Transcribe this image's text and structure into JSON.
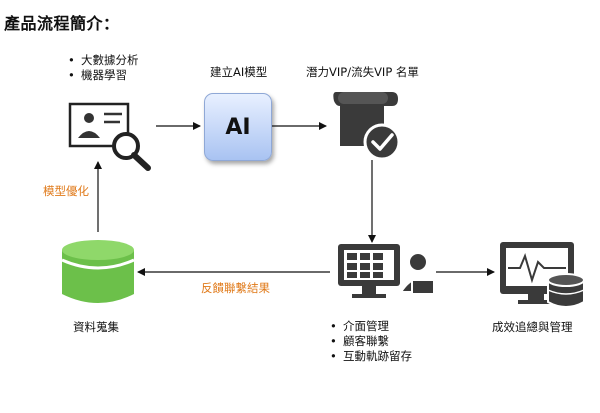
{
  "page_title": "產品流程簡介：",
  "nodes": {
    "data_collection": {
      "label": "資料蒐集"
    },
    "build_model": {
      "label": "建立AI模型",
      "box_text": "AI"
    },
    "vip_list": {
      "label": "潛力VIP/流失VIP 名單"
    },
    "interface": {
      "bullets": [
        "介面管理",
        "顧客聯繫",
        "互動軌跡留存"
      ]
    },
    "tracking": {
      "label": "成效追總與管理"
    }
  },
  "analysis_bullets": [
    "大數據分析",
    "機器學習"
  ],
  "edge_labels": {
    "model_optimize": "模型優化",
    "feedback": "反饋聯繫結果"
  },
  "colors": {
    "accent": "#e07a1a",
    "db_green": "#6cc04a",
    "icon_dark": "#3a3a3a"
  },
  "icons": [
    "profile-search-icon",
    "ai-box",
    "scroll-check-icon",
    "monitor-user-icon",
    "monitor-database-icon",
    "database-icon"
  ]
}
